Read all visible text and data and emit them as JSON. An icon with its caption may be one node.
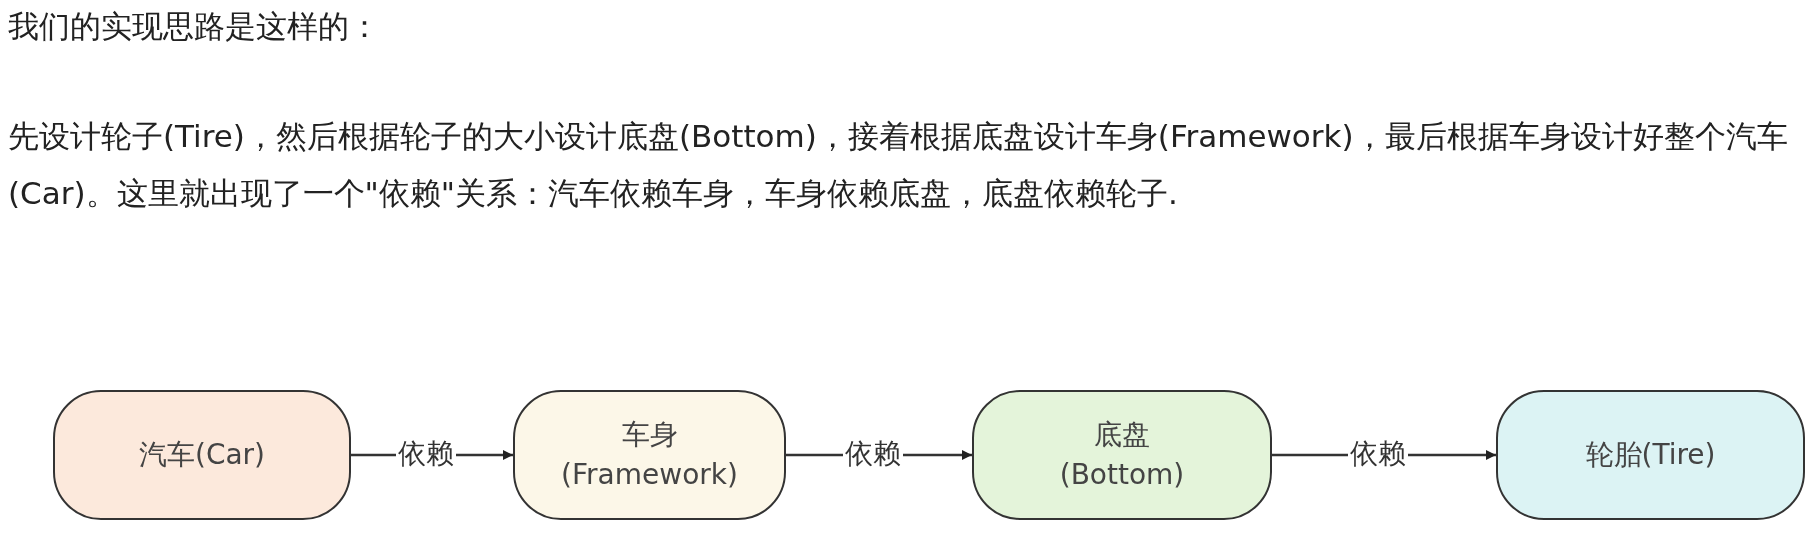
{
  "diagram": {
    "nodes": [
      {
        "text": [
          "汽车(Car)"
        ]
      },
      {
        "text": [
          "车身 (Framework)"
        ]
      },
      {
        "text": [
          "底盘 (Bottom)"
        ]
      },
      {
        "text": [
          "轮胎(Tire)"
        ]
      }
    ],
    "edges": [
      {
        "from": 0,
        "to": 1,
        "arrow": "to",
        "label": "依赖"
      },
      {
        "from": 1,
        "to": 2,
        "arrow": "to",
        "label": "依赖"
      },
      {
        "from": 2,
        "to": 3,
        "arrow": "to",
        "label": "依赖"
      }
    ],
    "labels": [
      "我们的实现思路是这样的：",
      "先设计轮子(Tire)，然后根据轮子的大小设计底盘(Bottom)，接着根据底盘设计车身(Framework)，最后根据车身设计好整个汽车(Car)。这里就出现了一个\"依赖\"关系：汽车依赖车身，车身依赖底盘，底盘依赖轮子."
    ]
  }
}
